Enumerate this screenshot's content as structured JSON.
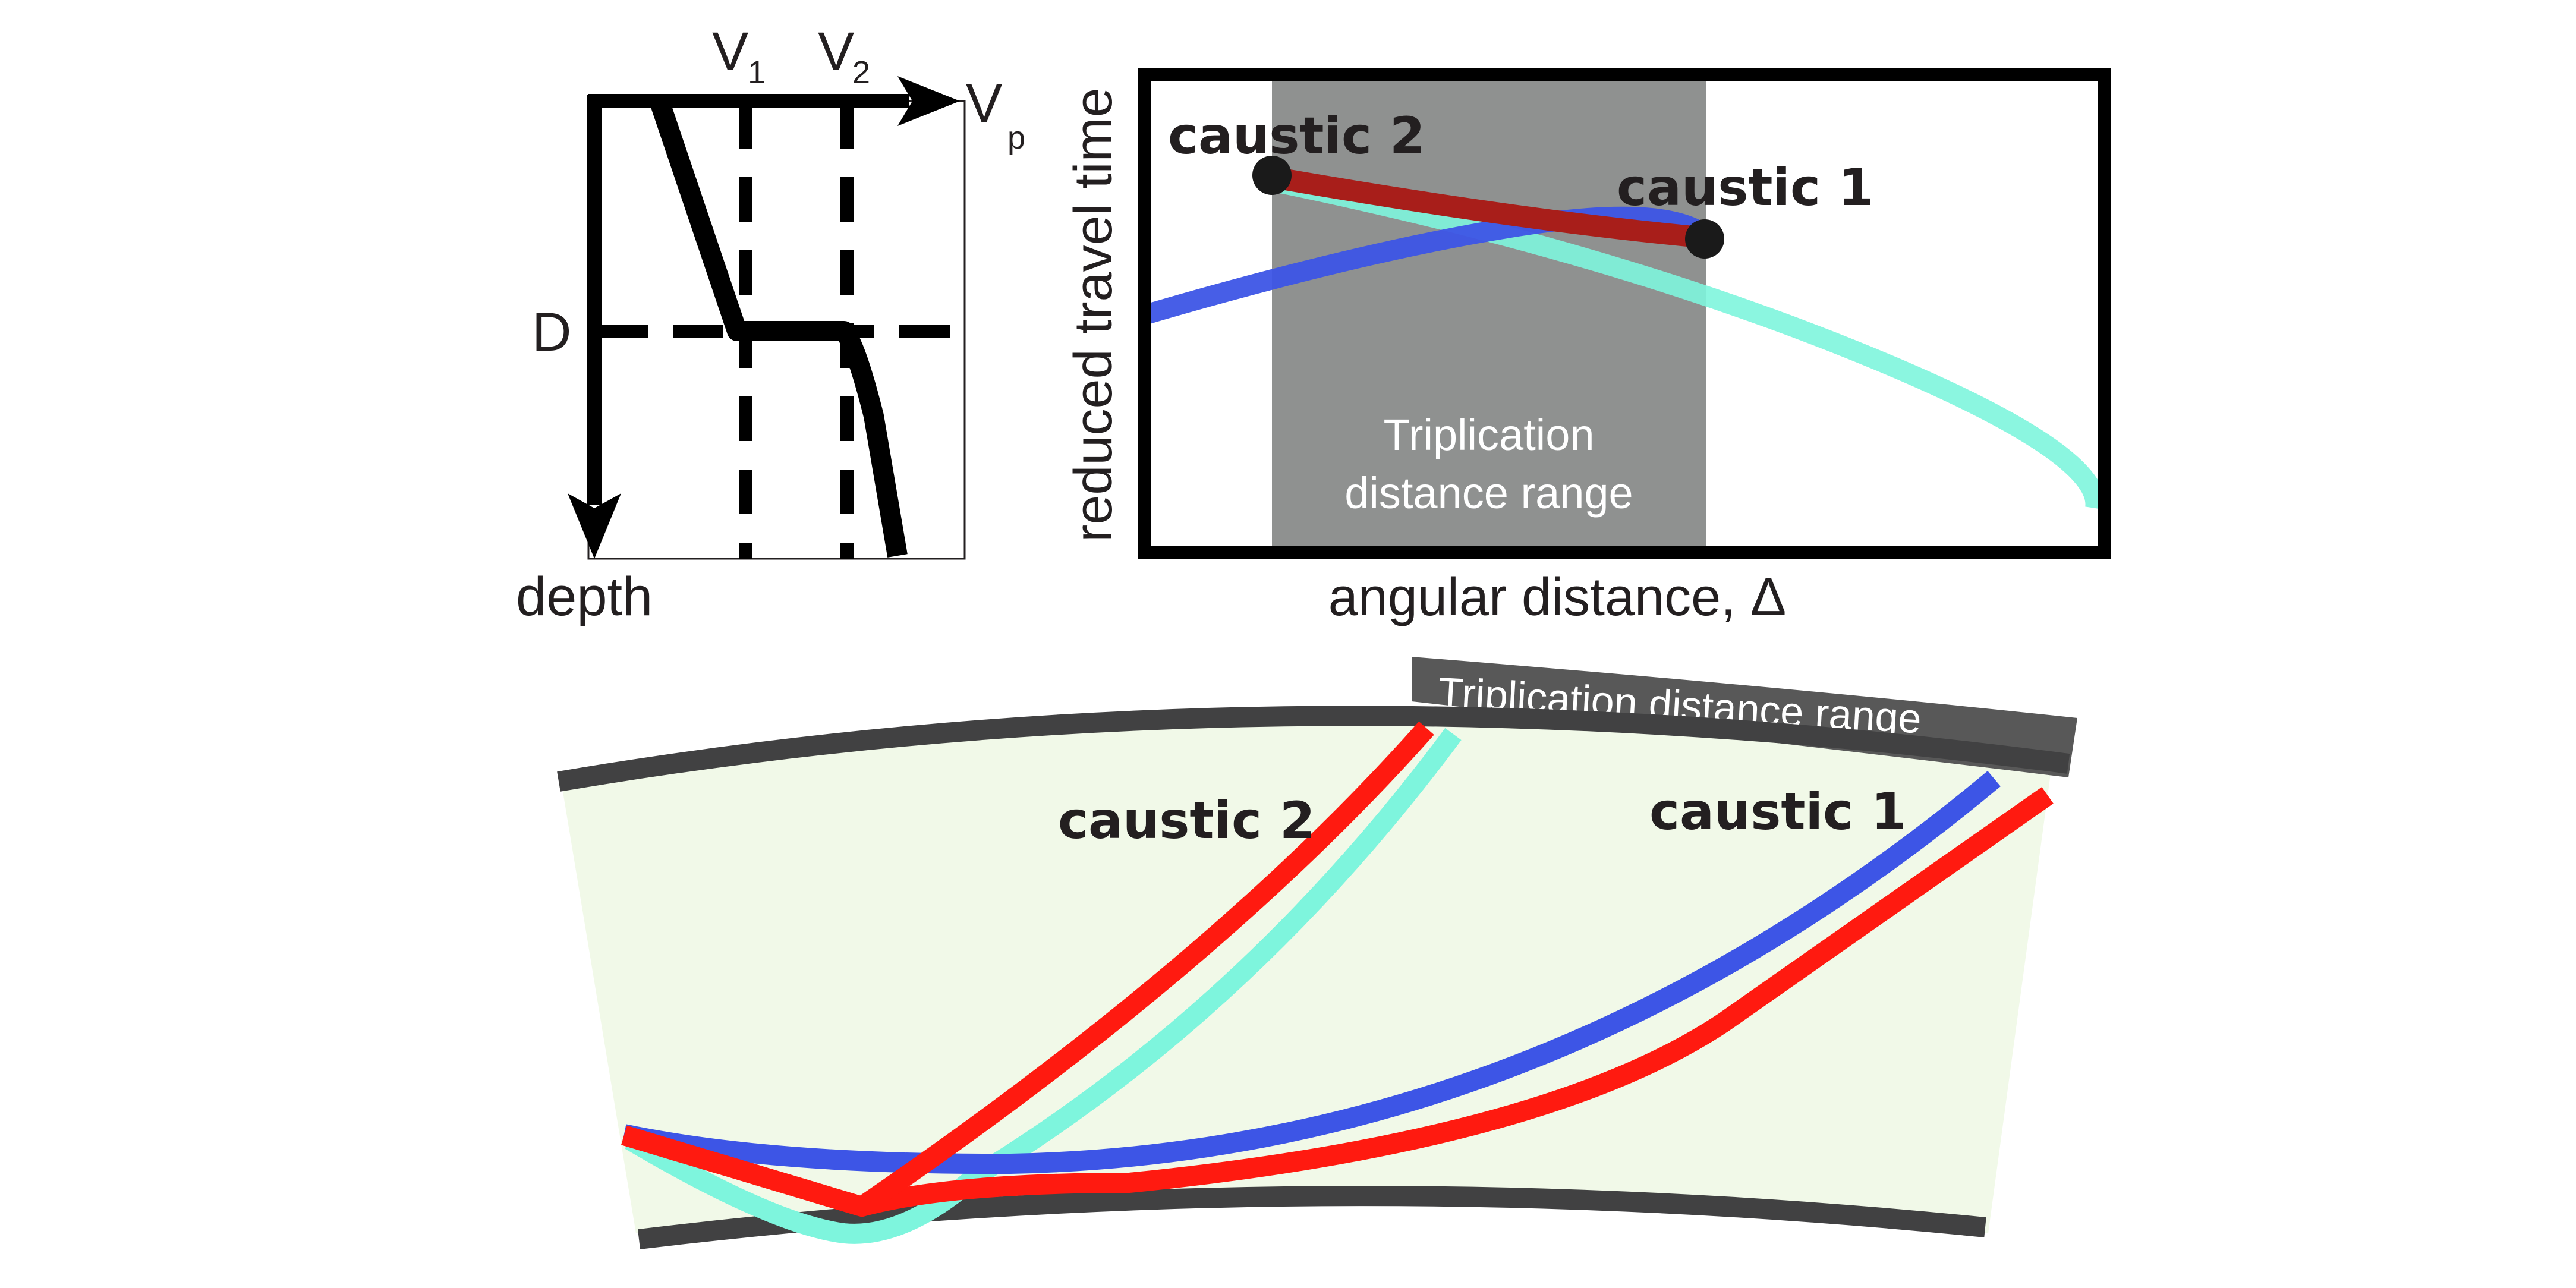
{
  "velocity_profile": {
    "axis_x_label": "V",
    "axis_x_subscript": "p",
    "axis_y_label": "depth",
    "v1_label": "V",
    "v1_subscript": "1",
    "v2_label": "V",
    "v2_subscript": "2",
    "discontinuity_label": "D"
  },
  "travel_time_plot": {
    "y_axis_label": "reduced travel time",
    "x_axis_label": "angular distance, Δ",
    "shaded_region_line1": "Triplication",
    "shaded_region_line2": "distance range",
    "caustic_2_label": "caustic 2",
    "caustic_1_label": "caustic 1",
    "shaded_color": "#8f9190"
  },
  "ray_diagram": {
    "range_bar_label": "Triplication distance range",
    "caustic_2_label": "caustic 2",
    "caustic_1_label": "caustic 1",
    "mantle_fill": "#f1f9e8",
    "boundary_color": "#414142"
  },
  "colors": {
    "branch_red": "#ff1a10",
    "branch_blue": "#3d55e6",
    "branch_cyan": "#7ef5dd",
    "branch_dark_red": "#a81e1a",
    "ink": "#000000"
  }
}
